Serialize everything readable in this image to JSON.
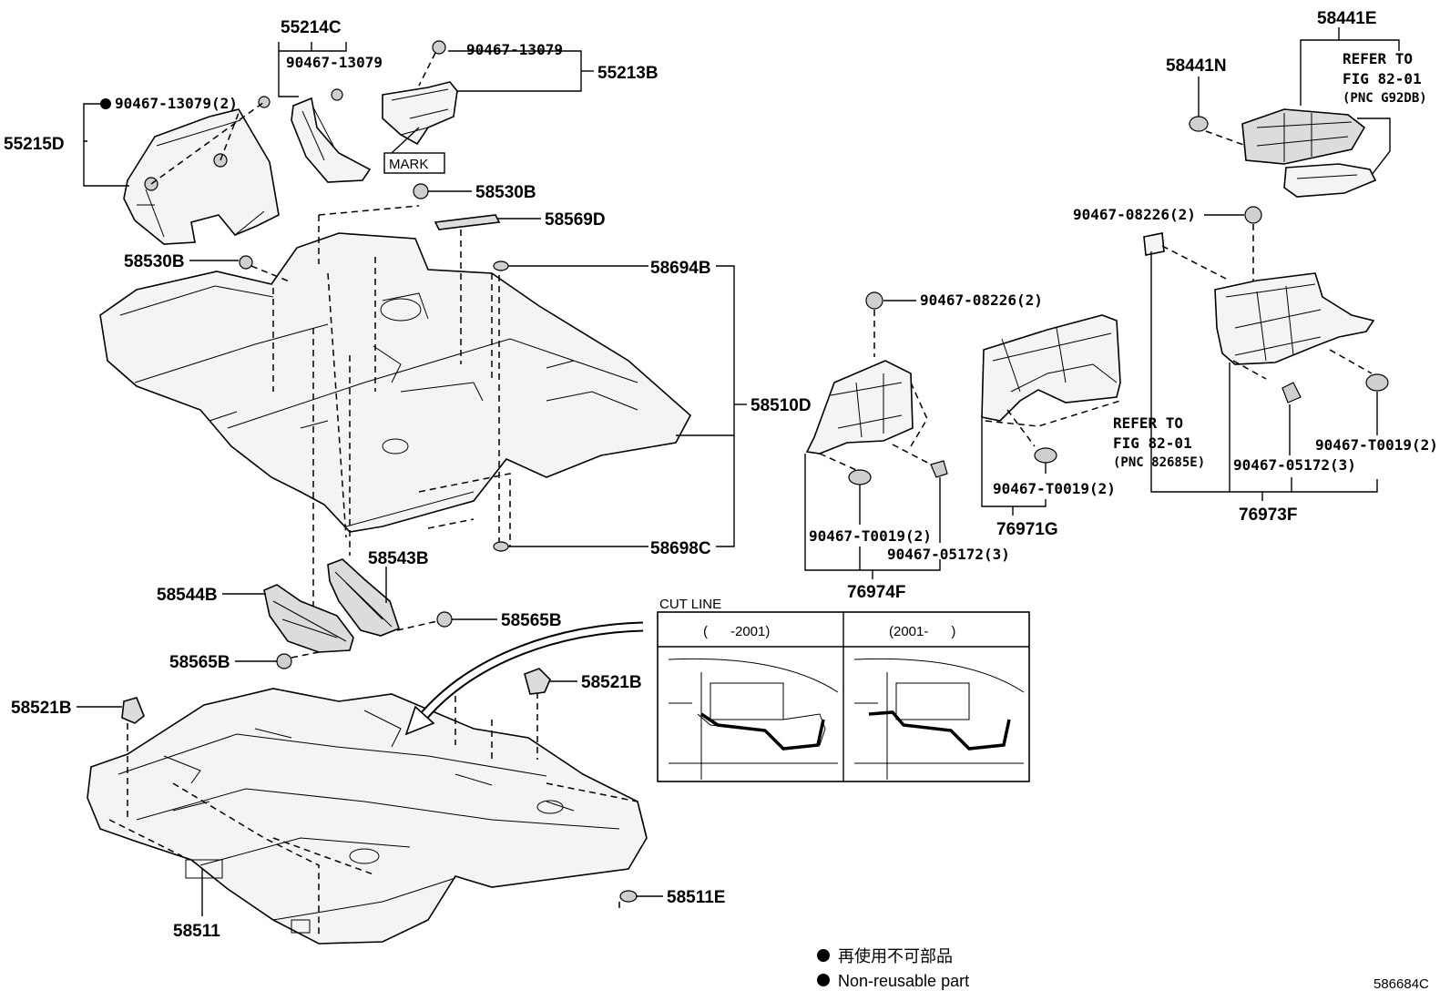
{
  "diagram_id": "586684C",
  "parts": {
    "p55214C": "55214C",
    "p55214C_clip": "90467-13079",
    "p55213B_clip": "90467-13079",
    "p55213B": "55213B",
    "p55215D": "55215D",
    "p55215D_clip": "90467-13079(2)",
    "mark": "MARK",
    "p58530B_top": "58530B",
    "p58569D": "58569D",
    "p58530B_left": "58530B",
    "p58694B": "58694B",
    "p58510D": "58510D",
    "p58698C": "58698C",
    "p58543B": "58543B",
    "p58544B": "58544B",
    "p58565B_right": "58565B",
    "p58565B_left": "58565B",
    "p58521B_left": "58521B",
    "p58521B_right": "58521B",
    "p58511E": "58511E",
    "p58511": "58511",
    "p58441E": "58441E",
    "p58441N": "58441N",
    "clip_08226_right": "90467-08226(2)",
    "clip_08226_mid": "90467-08226(2)",
    "clip_T0019_76971": "90467-T0019(2)",
    "p76971G": "76971G",
    "clip_T0019_76974": "90467-T0019(2)",
    "clip_05172_76974": "90467-05172(3)",
    "p76974F": "76974F",
    "clip_T0019_76973": "90467-T0019(2)",
    "clip_05172_76973": "90467-05172(3)",
    "p76973F": "76973F"
  },
  "refs": {
    "ref1_line1": "REFER TO",
    "ref1_line2": "FIG 82-01",
    "ref1_line3": "(PNC G92DB)",
    "ref2_line1": "REFER TO",
    "ref2_line2": "FIG 82-01",
    "ref2_line3": "(PNC 82685E)"
  },
  "cutline": {
    "title": "CUT LINE",
    "left_header": "(      -2001)",
    "right_header": "(2001-      )"
  },
  "legend": {
    "line1": "再使用不可部品",
    "line2": "Non-reusable part"
  }
}
